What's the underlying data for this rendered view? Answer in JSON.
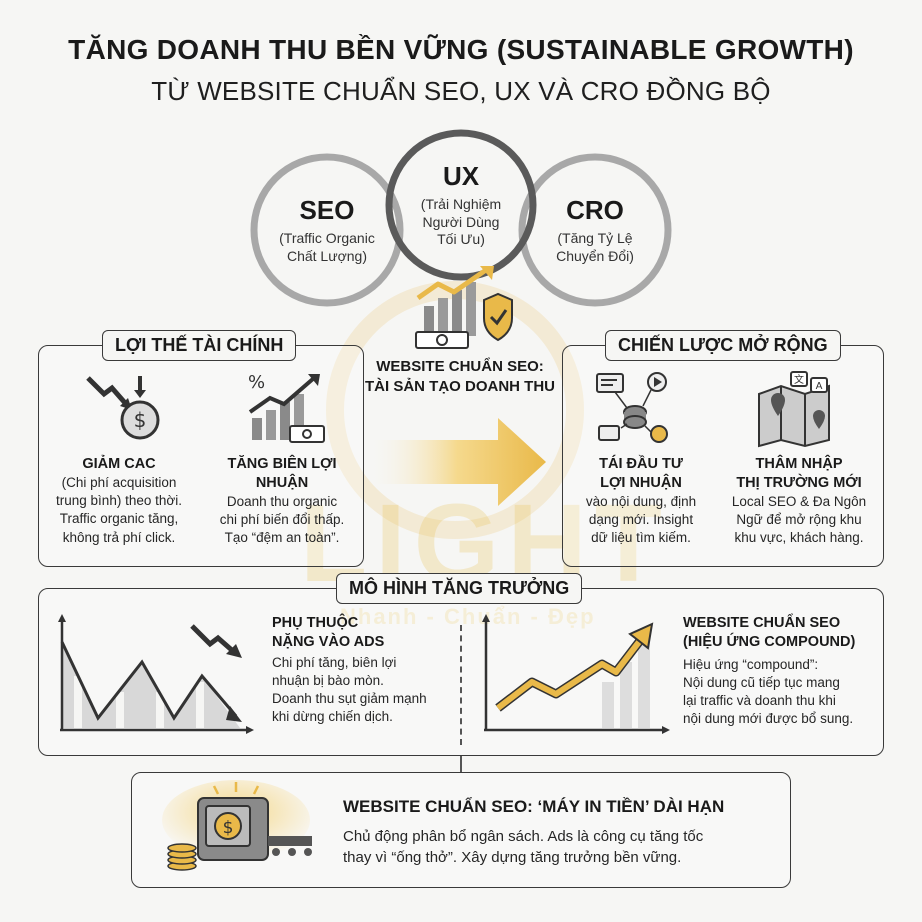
{
  "header": {
    "title": "TĂNG DOANH THU BỀN VỮNG (SUSTAINABLE GROWTH)",
    "subtitle": "TỪ WEBSITE CHUẨN SEO, UX VÀ CRO ĐỒNG BỘ"
  },
  "circles": {
    "seo": {
      "label": "SEO",
      "desc1": "(Traffic Organic",
      "desc2": "Chất Lượng)"
    },
    "ux": {
      "label": "UX",
      "desc1": "(Trải Nghiệm",
      "desc2": "Người Dùng",
      "desc3": "Tối Ưu)"
    },
    "cro": {
      "label": "CRO",
      "desc1": "(Tăng Tỷ Lệ",
      "desc2": "Chuyển Đổi)"
    }
  },
  "center": {
    "line1": "WEBSITE CHUẨN SEO:",
    "line2": "TÀI SẢN TẠO DOANH THU"
  },
  "financial": {
    "tag": "LỢI THẾ TÀI CHÍNH",
    "cac": {
      "title": "GIẢM CAC",
      "lines": [
        "(Chi phí acquisition",
        "trung bình) theo thời.",
        "Traffic organic tăng,",
        "không trả phí click."
      ]
    },
    "margin": {
      "title1": "TĂNG BIÊN LỢI",
      "title2": "NHUẬN",
      "lines": [
        "Doanh thu organic",
        "chi phí biến đổi thấp.",
        "Tạo “đệm an toàn”."
      ]
    },
    "percent_symbol": "%"
  },
  "strategy": {
    "tag": "CHIẾN LƯỢC MỞ RỘNG",
    "reinvest": {
      "title1": "TÁI ĐẦU TƯ",
      "title2": "LỢI NHUẬN",
      "lines": [
        "vào nội dung, định",
        "dạng mới. Insight",
        "dữ liệu tìm kiếm."
      ]
    },
    "market": {
      "title1": "THÂM NHẬP",
      "title2": "THỊ TRƯỜNG MỚI",
      "lines": [
        "Local SEO & Đa Ngôn",
        "Ngữ để mở rộng khu",
        "khu vực, khách hàng."
      ]
    }
  },
  "growth": {
    "tag": "MÔ HÌNH TĂNG TRƯỞNG",
    "ads": {
      "title1": "PHỤ THUỘC",
      "title2": "NẶNG VÀO ADS",
      "lines": [
        "Chi phí tăng, biên lợi",
        "nhuận bị bào mòn.",
        "Doanh thu sụt giảm mạnh",
        "khi dừng chiến dịch."
      ]
    },
    "seo": {
      "title1": "WEBSITE CHUẨN SEO",
      "title2": "(HIỆU ỨNG COMPOUND)",
      "lines": [
        "Hiệu ứng “compound”:",
        "Nội dung cũ tiếp tục mang",
        "lại traffic và doanh thu khi",
        "nội dung mới được bổ sung."
      ]
    }
  },
  "bottom": {
    "title": "WEBSITE CHUẨN SEO: ‘MÁY IN TIỀN’ DÀI HẠN",
    "line1": "Chủ động phân bổ ngân sách. Ads là công cụ tăng tốc",
    "line2": "thay vì “ống thở”. Xây dựng tăng trưởng bền vững."
  },
  "watermark": {
    "word": "LIGHT",
    "slogan": "Nhanh - Chuẩn - Đẹp"
  },
  "icons": {
    "growth_chart": "growth-chart-icon",
    "shield": "shield-check-icon",
    "money": "money-bill-icon",
    "down_trend": "down-trend-icon",
    "up_trend": "up-trend-icon",
    "gear_network": "content-network-icon",
    "map": "map-icon",
    "money_printer": "money-printer-icon"
  },
  "colors": {
    "accent": "#e9b949",
    "dark": "#1f1f1f",
    "gray": "#8a8a8a"
  }
}
